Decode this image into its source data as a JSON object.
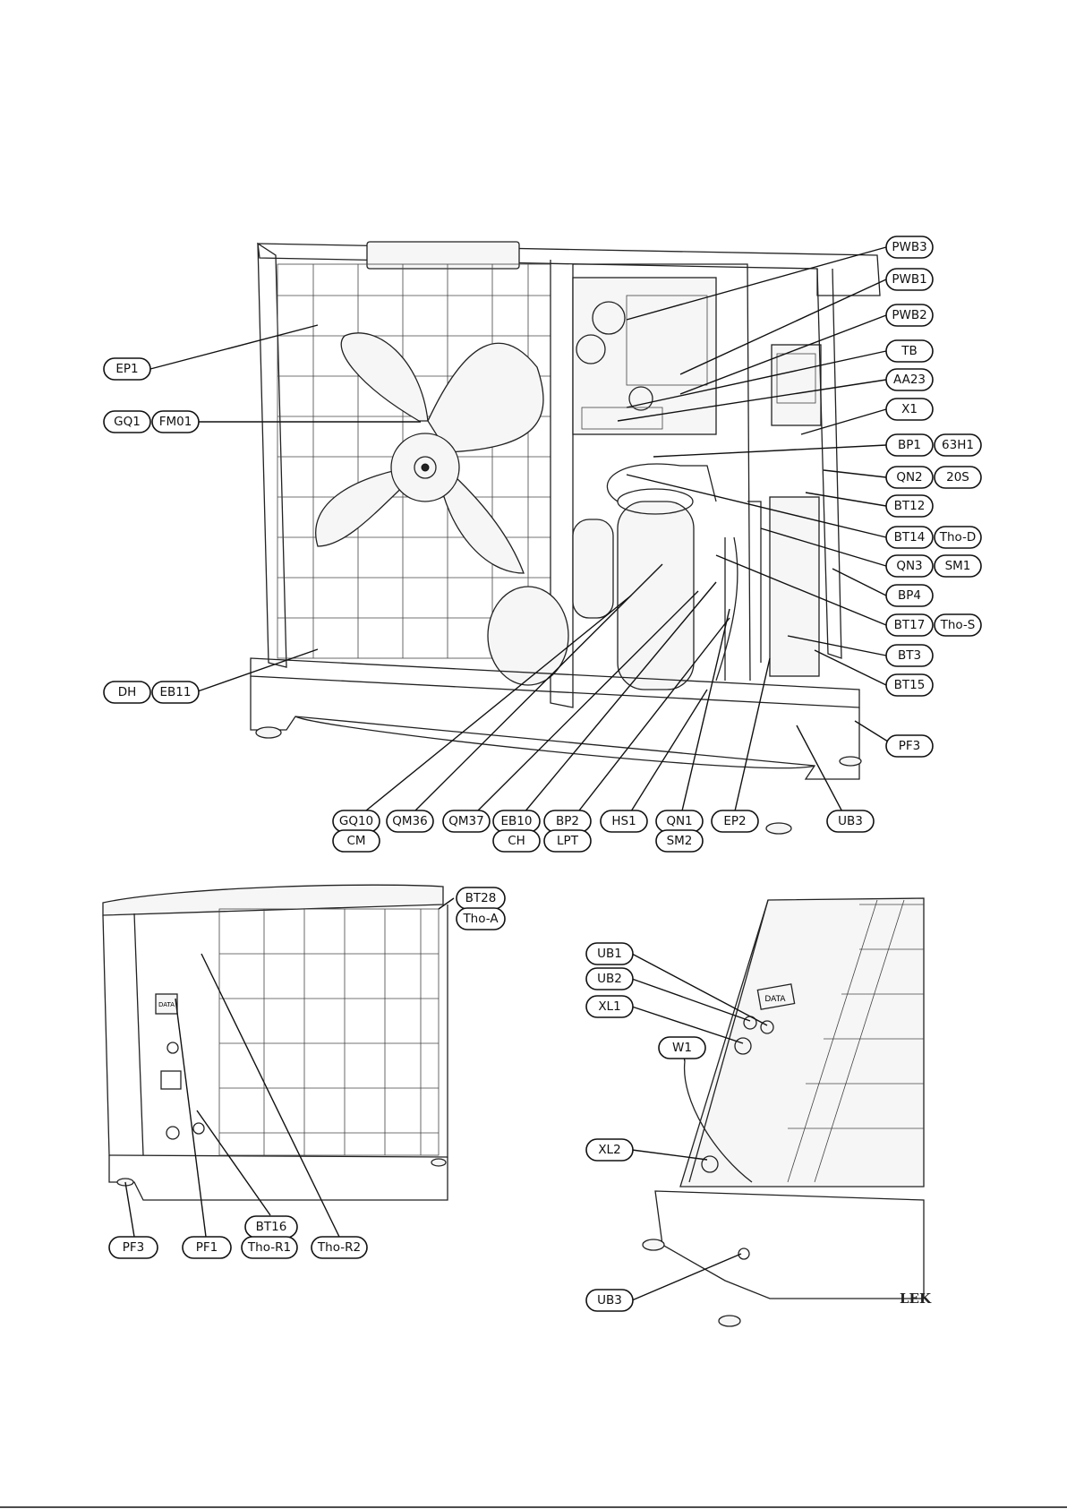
{
  "labels": {
    "pwb3": "PWB3",
    "pwb1": "PWB1",
    "pwb2": "PWB2",
    "tb": "TB",
    "aa23": "AA23",
    "x1": "X1",
    "bp1": "BP1",
    "h63": "63H1",
    "qn2": "QN2",
    "s20": "20S",
    "bt12": "BT12",
    "bt14": "BT14",
    "thod": "Tho-D",
    "qn3": "QN3",
    "sm1": "SM1",
    "bp4": "BP4",
    "bt17": "BT17",
    "thos": "Tho-S",
    "bt3": "BT3",
    "bt15": "BT15",
    "pf3": "PF3",
    "ep1": "EP1",
    "gq1": "GQ1",
    "fm01": "FM01",
    "dh": "DH",
    "eb11": "EB11",
    "gq10": "GQ10",
    "cm": "CM",
    "qm36": "QM36",
    "qm37": "QM37",
    "eb10": "EB10",
    "ch": "CH",
    "bp2": "BP2",
    "lpt": "LPT",
    "hs1": "HS1",
    "qn1": "QN1",
    "sm2": "SM2",
    "ep2": "EP2",
    "ub3": "UB3",
    "bt28": "BT28",
    "thoa": "Tho-A",
    "pf3b": "PF3",
    "pf1": "PF1",
    "bt16": "BT16",
    "thor1": "Tho-R1",
    "thor2": "Tho-R2",
    "ub1": "UB1",
    "ub2": "UB2",
    "xl1": "XL1",
    "w1": "W1",
    "xl2": "XL2",
    "ub3b": "UB3"
  },
  "unit_markings": {
    "data_plate": "DATA",
    "brand": "LEK"
  }
}
